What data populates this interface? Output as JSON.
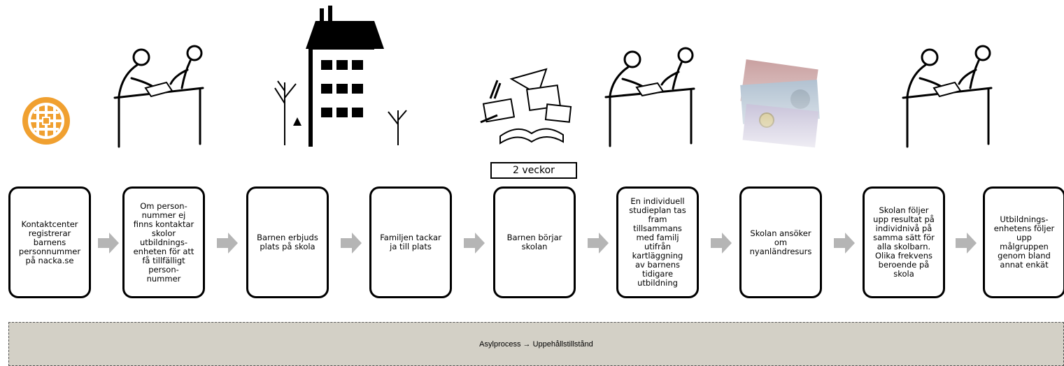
{
  "steps": [
    {
      "text": "Kontaktcenter\nregistrerar\nbarnens\npersonnummer\npå nacka.se"
    },
    {
      "text": "Om person-\nnummer ej\nfinns kontaktar\nskolor\nutbildnings-\nenheten för att\nfå tillfälligt\nperson-\nnummer"
    },
    {
      "text": "Barnen erbjuds\nplats på skola"
    },
    {
      "text": "Familjen tackar\nja till plats"
    },
    {
      "text": "Barnen börjar\nskolan"
    },
    {
      "text": "En individuell\nstudieplan tas\nfram\ntillsammans\nmed familj\nutifrån\nkartläggning\nav barnens\ntidigare\nutbildning"
    },
    {
      "text": "Skolan ansöker\nom\nnyanländresurs"
    },
    {
      "text": "Skolan följer\nupp resultat på\nindividnivå på\nsamma sätt för\nalla skolbarn.\nOlika frekvens\nberoende på\nskola"
    },
    {
      "text": "Utbildnings-\nenhetens följer\nupp\nmålgruppen\ngenom bland\nannat enkät"
    }
  ],
  "duration_label": "2 veckor",
  "banner_text": "Asylprocess → Uppehållstillstånd",
  "colors": {
    "arrow": "#b5b5b5",
    "banner": "#d3d0c6",
    "logo": "#f0a030"
  },
  "icons": [
    "logo-icon",
    "desk-people-icon",
    "building-icon",
    "books-icon",
    "desk-people-icon",
    "banknotes-icon",
    "desk-people-icon"
  ]
}
